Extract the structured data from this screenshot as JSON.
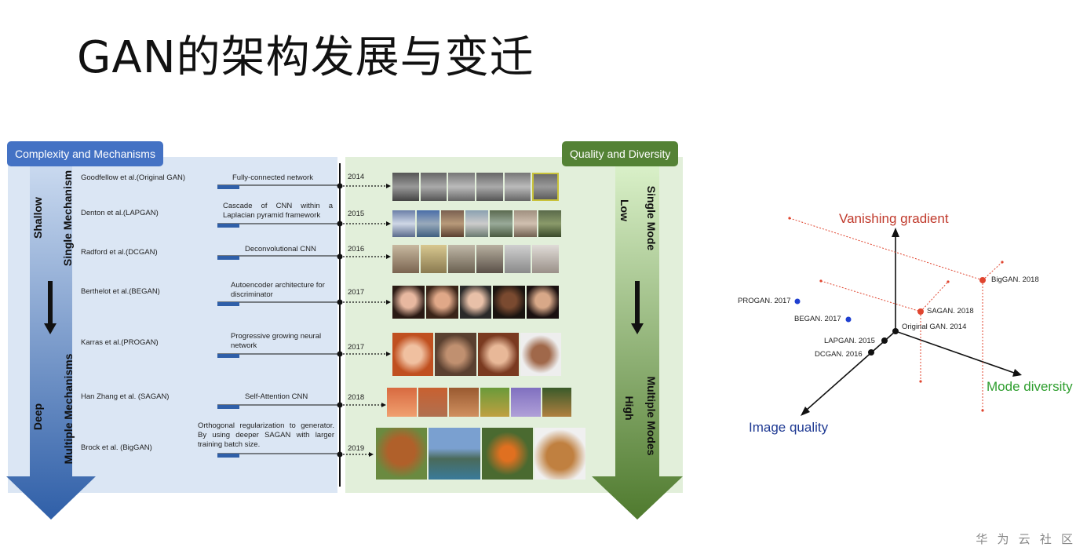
{
  "title": "GAN的架构发展与变迁",
  "watermark": "华 为 云 社 区",
  "left_tag": "Complexity and Mechanisms",
  "right_tag": "Quality and Diversity",
  "left_axis": {
    "shallow": "Shallow",
    "deep": "Deep",
    "single_mechanism": "Single Mechanism",
    "multiple_mechanisms": "Multiple Mechanisms"
  },
  "right_axis": {
    "low": "Low",
    "high": "High",
    "single_mode": "Single Mode",
    "multiple_modes": "Multiple Modes"
  },
  "rows": [
    {
      "author": "Goodfellow et al.(Original GAN)",
      "method": "Fully-connected network",
      "year": "2014"
    },
    {
      "author": "Denton et al.(LAPGAN)",
      "method": "Cascade of CNN within a Laplacian pyramid framework",
      "year": "2015"
    },
    {
      "author": "Radford et al.(DCGAN)",
      "method": "Deconvolutional CNN",
      "year": "2016"
    },
    {
      "author": "Berthelot et al.(BEGAN)",
      "method": "Autoencoder architecture for discriminator",
      "year": "2017"
    },
    {
      "author": "Karras et al.(PROGAN)",
      "method": "Progressive growing neural network",
      "year": "2017"
    },
    {
      "author": "Han Zhang et al. (SAGAN)",
      "method": "Self-Attention CNN",
      "year": "2018"
    },
    {
      "author": "Brock et al. (BigGAN)",
      "method": "Orthogonal regularization to generator. By using deeper SAGAN with larger training batch size.",
      "year": "2019"
    }
  ],
  "plot": {
    "axes": {
      "vanishing": "Vanishing gradient",
      "quality": "Image quality",
      "diversity": "Mode diversity"
    },
    "colors": {
      "vanishing": "#c0392b",
      "quality": "#1f3a93",
      "diversity": "#2e9e2e"
    },
    "points": [
      {
        "label": "BigGAN. 2018",
        "color": "red"
      },
      {
        "label": "SAGAN. 2018",
        "color": "red"
      },
      {
        "label": "Original GAN. 2014",
        "color": "black"
      },
      {
        "label": "LAPGAN. 2015",
        "color": "black"
      },
      {
        "label": "DCGAN. 2016",
        "color": "black"
      },
      {
        "label": "PROGAN. 2017",
        "color": "blue"
      },
      {
        "label": "BEGAN. 2017",
        "color": "blue"
      }
    ]
  }
}
